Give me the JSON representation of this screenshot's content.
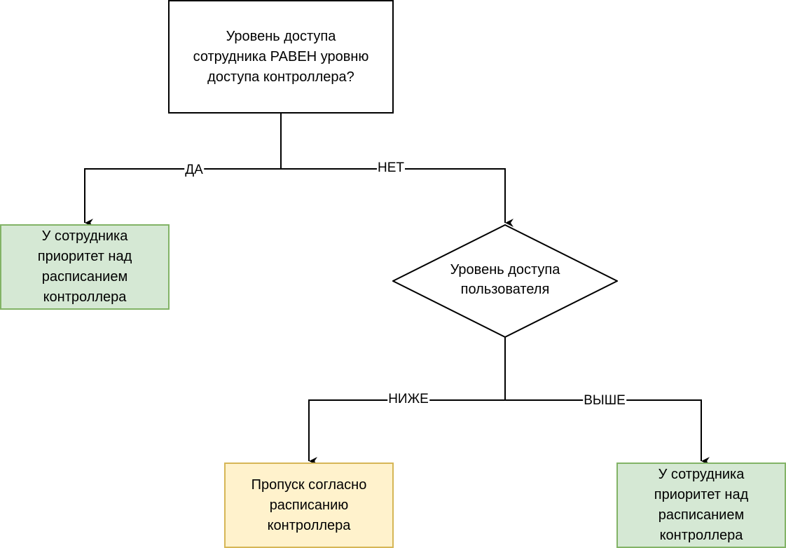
{
  "diagram": {
    "type": "flowchart",
    "colors": {
      "line": "#000000",
      "green_fill": "#d5e8d4",
      "green_stroke": "#82b366",
      "yellow_fill": "#fff2cc",
      "yellow_stroke": "#d6b656"
    },
    "nodes": {
      "decision_equal": {
        "shape": "rectangle",
        "text": "Уровень доступа\nсотрудника РАВЕН уровню\nдоступа контроллера?"
      },
      "result_yes": {
        "shape": "rectangle",
        "style": "green",
        "text": "У сотрудника\nприоритет над\nрасписанием\nконтроллера"
      },
      "decision_level": {
        "shape": "diamond",
        "text": "Уровень доступа\nпользователя"
      },
      "result_lower": {
        "shape": "rectangle",
        "style": "yellow",
        "text": "Пропуск согласно\nрасписанию\nконтроллера"
      },
      "result_higher": {
        "shape": "rectangle",
        "style": "green",
        "text": "У сотрудника\nприоритет над\nрасписанием\nконтроллера"
      }
    },
    "edges": [
      {
        "from": "decision_equal",
        "to": "result_yes",
        "label": "ДА"
      },
      {
        "from": "decision_equal",
        "to": "decision_level",
        "label": "НЕТ"
      },
      {
        "from": "decision_level",
        "to": "result_lower",
        "label": "НИЖЕ"
      },
      {
        "from": "decision_level",
        "to": "result_higher",
        "label": "ВЫШЕ"
      }
    ]
  }
}
